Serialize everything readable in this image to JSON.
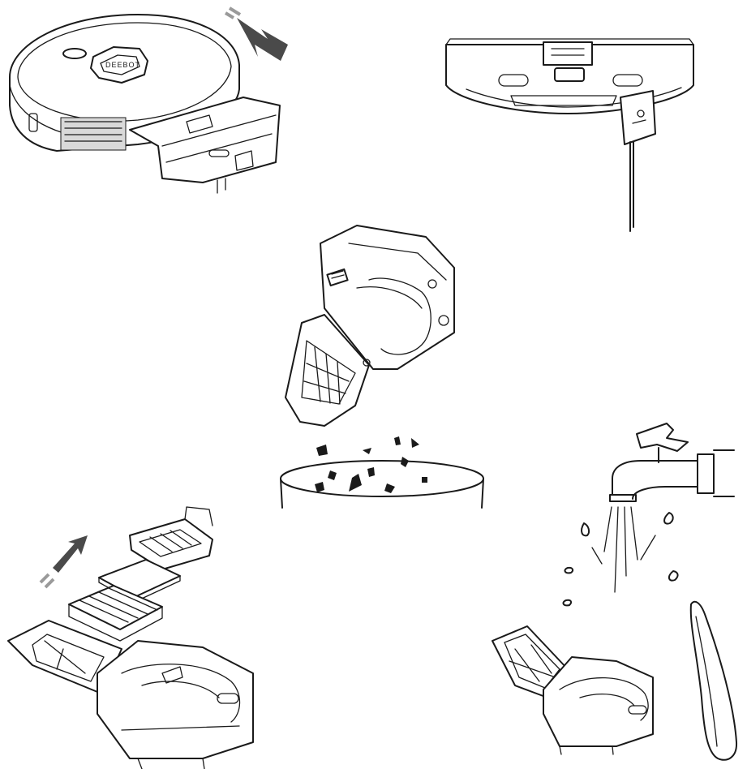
{
  "diagram": {
    "steps": [
      {
        "id": "remove-dustbin"
      },
      {
        "id": "open-bin-lid"
      },
      {
        "id": "empty-bin"
      },
      {
        "id": "remove-filters"
      },
      {
        "id": "rinse-bin"
      }
    ],
    "robot_logo": "DEEBOT",
    "icons": [
      "arrow-icon",
      "trash-can-icon",
      "faucet-icon",
      "water-drops-icon",
      "cleaning-brush-icon"
    ],
    "colors": {
      "ink": "#1a1a1a",
      "arrow": "#4a4a4a",
      "background": "#ffffff"
    }
  }
}
